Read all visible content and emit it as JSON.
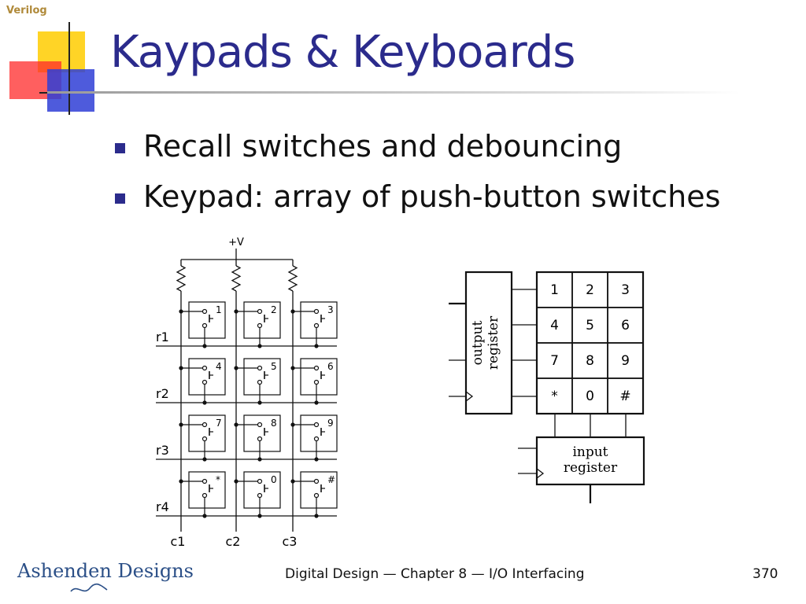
{
  "header": {
    "tag": "Verilog"
  },
  "slide": {
    "title": "Kaypads & Keyboards",
    "bullets": [
      "Recall switches and debouncing",
      "Keypad: array of push-button switches"
    ]
  },
  "switch_matrix": {
    "supply_label": "+V",
    "rows": [
      "r1",
      "r2",
      "r3",
      "r4"
    ],
    "columns": [
      "c1",
      "c2",
      "c3"
    ],
    "keys": [
      [
        "1",
        "2",
        "3"
      ],
      [
        "4",
        "5",
        "6"
      ],
      [
        "7",
        "8",
        "9"
      ],
      [
        "*",
        "0",
        "#"
      ]
    ]
  },
  "keypad_block": {
    "output_register": "output register",
    "input_register_line1": "input",
    "input_register_line2": "register",
    "output_register_line1": "output",
    "output_register_line2": "register",
    "keys": [
      [
        "1",
        "2",
        "3"
      ],
      [
        "4",
        "5",
        "6"
      ],
      [
        "7",
        "8",
        "9"
      ],
      [
        "*",
        "0",
        "#"
      ]
    ]
  },
  "footer": {
    "logo": "Ashenden Designs",
    "text": "Digital Design — Chapter 8 — I/O Interfacing",
    "page": "370"
  },
  "colors": {
    "title": "#2b2b8c",
    "bullet": "#2b2b8c",
    "tag": "#b08a3a",
    "logo": "#2b4f87"
  }
}
